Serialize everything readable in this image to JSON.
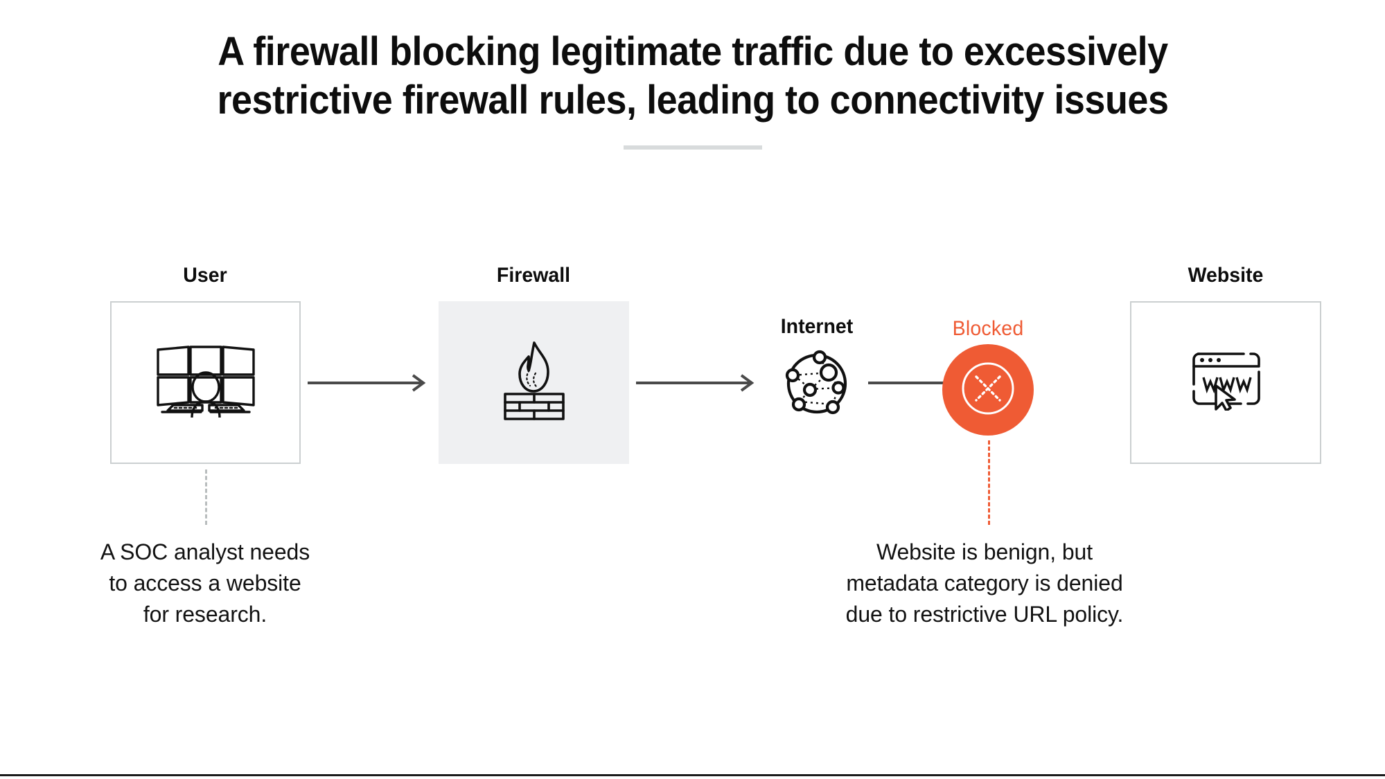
{
  "header": {
    "title_line_1": "A firewall blocking legitimate traffic due to excessively",
    "title_line_2": "restrictive firewall rules, leading to connectivity issues",
    "divider": "horizontal-rule"
  },
  "colors": {
    "accent": "#ef5b34",
    "box_border": "#cbcfd0",
    "box_fill": "#eff0f2",
    "arrow": "#4a4a4a",
    "text": "#111111",
    "divider": "#d8dbdc"
  },
  "diagram": {
    "type": "flow",
    "nodes": [
      {
        "id": "user",
        "label": "User",
        "icon": "soc-workstation-icon",
        "style": "outlined-box"
      },
      {
        "id": "firewall",
        "label": "Firewall",
        "icon": "firewall-flame-brick-icon",
        "style": "filled-box"
      },
      {
        "id": "internet",
        "label": "Internet",
        "icon": "internet-network-globe-icon",
        "style": "plain"
      },
      {
        "id": "blocked",
        "label": "Blocked",
        "icon": "blocked-x-circle-icon",
        "style": "accent-circle"
      },
      {
        "id": "website",
        "label": "Website",
        "icon": "browser-www-cursor-icon",
        "style": "outlined-box"
      }
    ],
    "arrows": [
      {
        "from": "user",
        "to": "firewall"
      },
      {
        "from": "firewall",
        "to": "internet"
      },
      {
        "from": "internet",
        "to": "blocked"
      }
    ],
    "annotations": [
      {
        "id": "user-note",
        "attached_to": "user",
        "connector": "dashed-gray",
        "lines": [
          "A SOC analyst needs",
          "to access a website",
          "for research."
        ]
      },
      {
        "id": "blocked-note",
        "attached_to": "blocked",
        "connector": "dashed-orange",
        "lines": [
          "Website is benign, but",
          "metadata category is denied",
          "due to restrictive URL policy."
        ]
      }
    ]
  }
}
